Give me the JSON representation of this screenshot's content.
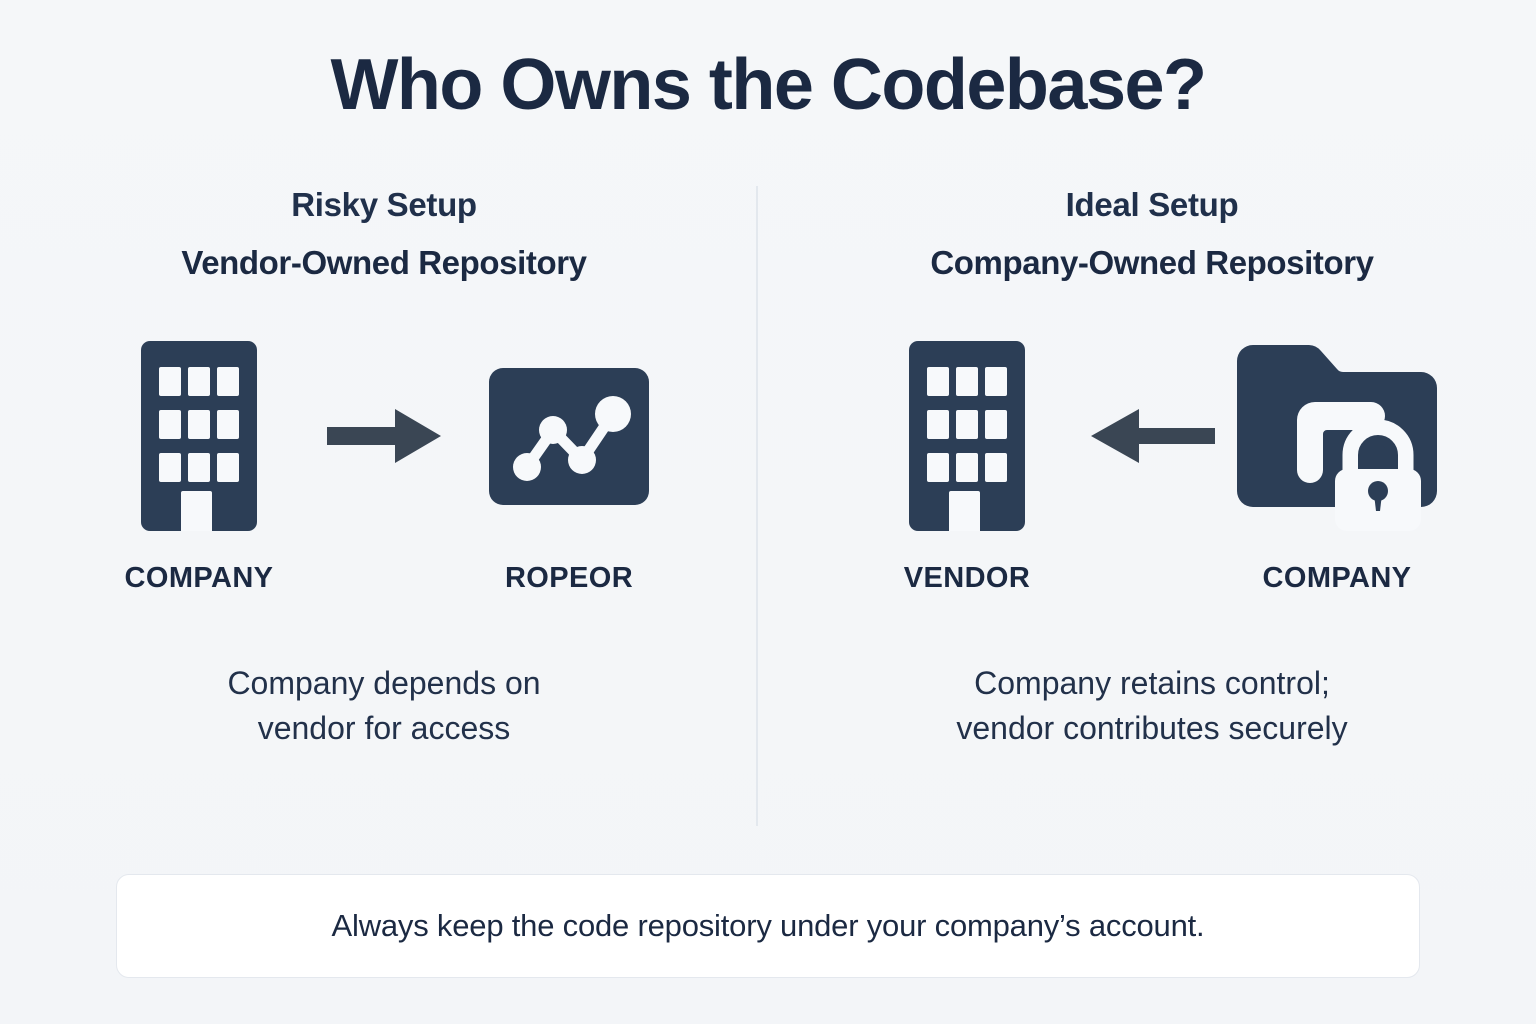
{
  "title": "Who Owns the Codebase?",
  "colors": {
    "background": "#f4f6f8",
    "navy": "#2c3e56",
    "arrow": "#3a4654",
    "text_dark": "#1b2942",
    "divider": "#e3e8ee",
    "banner_bg": "#ffffff",
    "banner_border": "#e4e8ee",
    "icon_white": "#f7f9fb"
  },
  "columns": [
    {
      "heading": "Risky Setup",
      "subheading": "Vendor-Owned Repository",
      "left_icon": "building-icon",
      "arrow": "arrow-right-icon",
      "right_icon": "repository-chart-icon",
      "left_label": "COMPANY",
      "right_label": "ROPEOR",
      "caption_line1": "Company depends on",
      "caption_line2": "vendor for access"
    },
    {
      "heading": "Ideal Setup",
      "subheading": "Company-Owned Repository",
      "left_icon": "building-icon",
      "arrow": "arrow-left-icon",
      "right_icon": "folder-lock-icon",
      "left_label": "VENDOR",
      "right_label": "COMPANY",
      "caption_line1": "Company retains control;",
      "caption_line2": "vendor contributes securely"
    }
  ],
  "banner": {
    "text": "Always keep the code repository under your company’s account."
  }
}
